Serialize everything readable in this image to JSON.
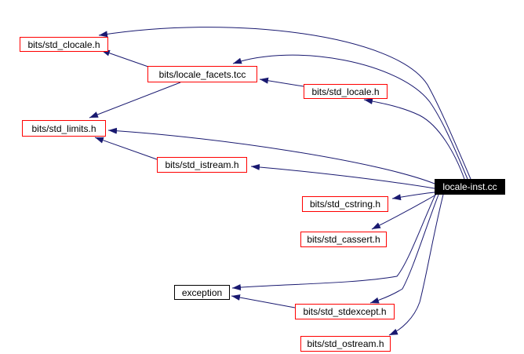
{
  "diagram": {
    "kind": "include-dependency-graph",
    "colors": {
      "edge": "#191970",
      "include_border": "#ff0000",
      "plain_border": "#000000",
      "root_bg": "#000000",
      "root_text": "#ffffff",
      "node_bg": "#ffffff",
      "text": "#000000",
      "background": "#ffffff"
    },
    "nodes": [
      {
        "id": "std-clocale",
        "label": "bits/std_clocale.h",
        "kind": "header"
      },
      {
        "id": "locale-facets-tcc",
        "label": "bits/locale_facets.tcc",
        "kind": "header"
      },
      {
        "id": "std-locale",
        "label": "bits/std_locale.h",
        "kind": "header"
      },
      {
        "id": "std-limits",
        "label": "bits/std_limits.h",
        "kind": "header"
      },
      {
        "id": "std-istream",
        "label": "bits/std_istream.h",
        "kind": "header"
      },
      {
        "id": "locale-inst",
        "label": "locale-inst.cc",
        "kind": "root"
      },
      {
        "id": "std-cstring",
        "label": "bits/std_cstring.h",
        "kind": "header"
      },
      {
        "id": "std-cassert",
        "label": "bits/std_cassert.h",
        "kind": "header"
      },
      {
        "id": "exception",
        "label": "exception",
        "kind": "plain"
      },
      {
        "id": "std-stdexcept",
        "label": "bits/std_stdexcept.h",
        "kind": "header"
      },
      {
        "id": "std-ostream",
        "label": "bits/std_ostream.h",
        "kind": "header"
      }
    ],
    "edges": [
      {
        "from": "locale-inst.cc",
        "to": "bits/std_clocale.h"
      },
      {
        "from": "locale-inst.cc",
        "to": "bits/locale_facets.tcc"
      },
      {
        "from": "locale-inst.cc",
        "to": "bits/std_locale.h"
      },
      {
        "from": "locale-inst.cc",
        "to": "bits/std_limits.h"
      },
      {
        "from": "locale-inst.cc",
        "to": "bits/std_istream.h"
      },
      {
        "from": "locale-inst.cc",
        "to": "bits/std_cstring.h"
      },
      {
        "from": "locale-inst.cc",
        "to": "bits/std_cassert.h"
      },
      {
        "from": "locale-inst.cc",
        "to": "exception"
      },
      {
        "from": "locale-inst.cc",
        "to": "bits/std_stdexcept.h"
      },
      {
        "from": "locale-inst.cc",
        "to": "bits/std_ostream.h"
      },
      {
        "from": "bits/locale_facets.tcc",
        "to": "bits/std_clocale.h"
      },
      {
        "from": "bits/locale_facets.tcc",
        "to": "bits/std_limits.h"
      },
      {
        "from": "bits/std_locale.h",
        "to": "bits/locale_facets.tcc"
      },
      {
        "from": "bits/std_istream.h",
        "to": "bits/std_limits.h"
      },
      {
        "from": "bits/std_stdexcept.h",
        "to": "exception"
      }
    ]
  }
}
